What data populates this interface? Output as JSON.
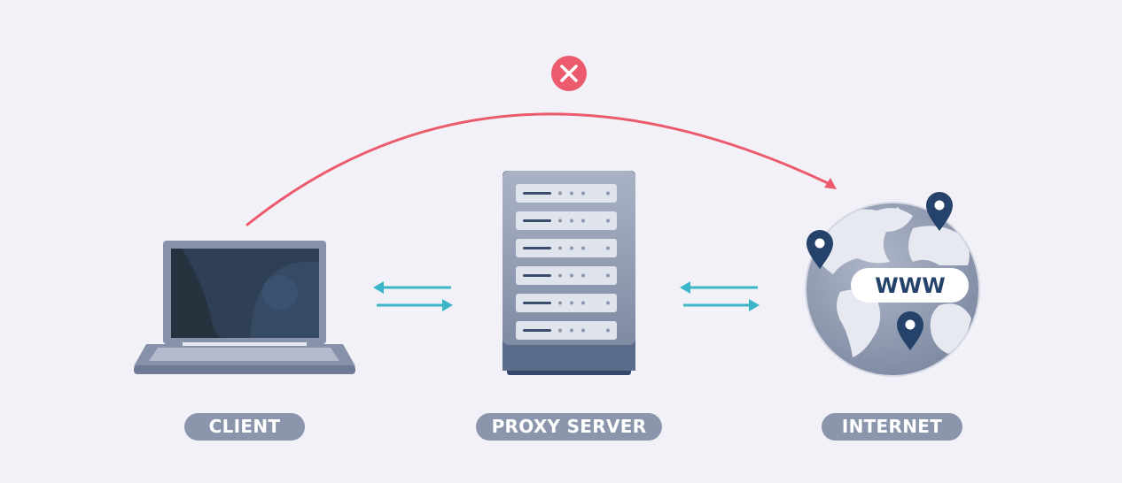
{
  "colors": {
    "background": "#f2f1f8",
    "label_fill": "#8b96ad",
    "blocked_path": "#ec5b6d",
    "exchange_arrows": "#3bb6c9",
    "pin": "#24426a"
  },
  "nodes": {
    "client": {
      "label": "CLIENT",
      "icon": "laptop-icon"
    },
    "proxy": {
      "label": "PROXY SERVER",
      "icon": "server-rack-icon"
    },
    "internet": {
      "label": "INTERNET",
      "icon": "globe-icon",
      "badge": "WWW"
    }
  },
  "direct_path": {
    "status_icon": "close-icon"
  }
}
